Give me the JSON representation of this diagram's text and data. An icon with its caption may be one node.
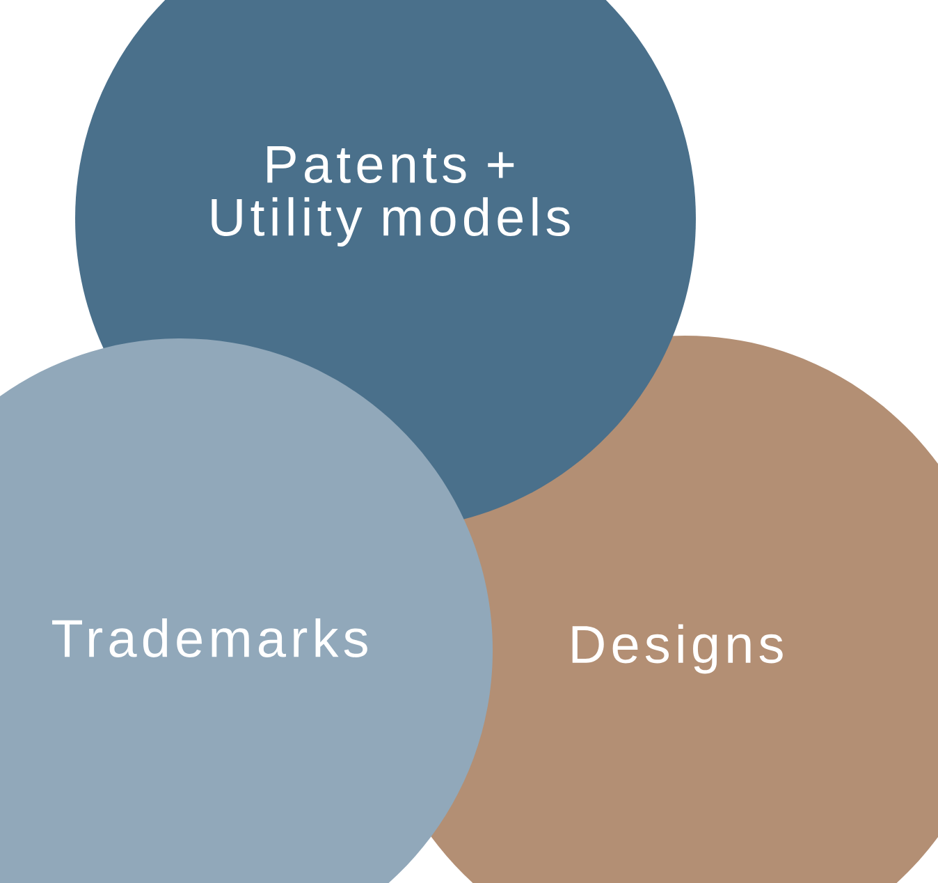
{
  "diagram": {
    "nodes": [
      {
        "text": [
          "Patents + Utility models"
        ]
      },
      {
        "text": [
          "Trademarks"
        ]
      },
      {
        "text": [
          "Designs"
        ]
      }
    ]
  }
}
